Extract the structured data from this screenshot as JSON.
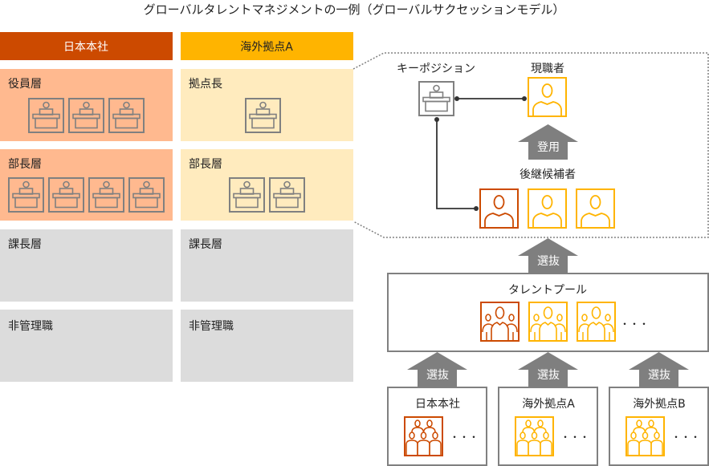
{
  "title": "グローバルタレントマネジメントの一例（グローバルサクセッションモデル）",
  "colors": {
    "hq_header": "#cc4a00",
    "hq_rows": "#ffb98f",
    "overseas_header": "#ffb400",
    "overseas_rows": "#ffebbe",
    "lower_rows": "#dcdcdc",
    "icon_gray": "#808080",
    "arrow_gray": "#7f7f7f"
  },
  "columns": [
    {
      "header": "日本本社",
      "rows": [
        {
          "label": "役員層",
          "positions": 3
        },
        {
          "label": "部長層",
          "positions": 4
        },
        {
          "label": "課長層",
          "positions": 0
        },
        {
          "label": "非管理職",
          "positions": 0
        }
      ]
    },
    {
      "header": "海外拠点A",
      "rows": [
        {
          "label": "拠点長",
          "positions": 1
        },
        {
          "label": "部長層",
          "positions": 2
        },
        {
          "label": "課長層",
          "positions": 0
        },
        {
          "label": "非管理職",
          "positions": 0
        }
      ]
    }
  ],
  "succession": {
    "key_position": "キーポジション",
    "incumbent": "現職者",
    "promote": "登用",
    "successors": "後継候補者"
  },
  "talent_pool": {
    "select": "選抜",
    "label": "タレントプール",
    "ellipsis": "・・・"
  },
  "sources": [
    {
      "label": "日本本社",
      "select": "選抜",
      "ellipsis": "・・・"
    },
    {
      "label": "海外拠点A",
      "select": "選抜",
      "ellipsis": "・・・"
    },
    {
      "label": "海外拠点B",
      "select": "選抜",
      "ellipsis": "・・・"
    }
  ]
}
